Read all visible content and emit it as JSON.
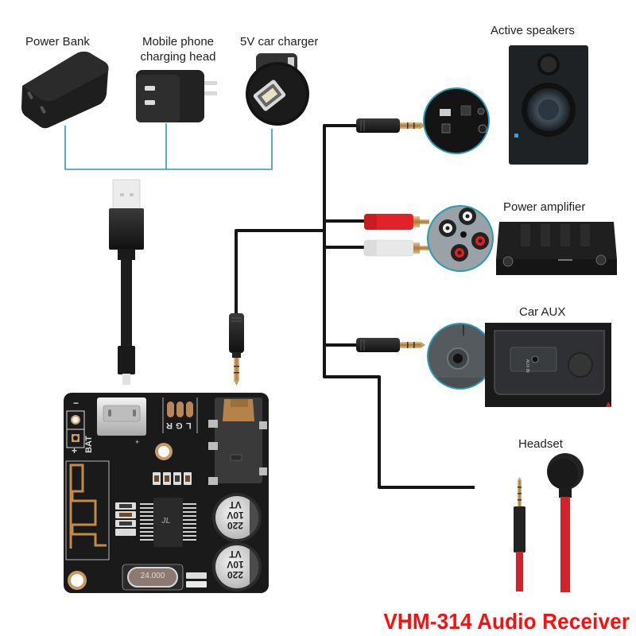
{
  "title": "VHM-314 Audio Receiver",
  "colors": {
    "title": "#ff0d0d",
    "power_lines": "#2a9bb0",
    "audio_cable": "#151515",
    "pcb": "#1a1a1a",
    "gold": "#b8865a"
  },
  "power_sources": [
    {
      "label": "Power Bank"
    },
    {
      "label_line1": "Mobile phone",
      "label_line2": "charging head"
    },
    {
      "label": "5V car charger"
    }
  ],
  "outputs": [
    {
      "label": "Active speakers",
      "connector": "3.5mm stereo jack"
    },
    {
      "label": "Power amplifier",
      "connector": "RCA red/white"
    },
    {
      "label": "Car AUX",
      "connector": "3.5mm stereo jack"
    },
    {
      "label": "Headset",
      "connector": "3.5mm jack"
    }
  ],
  "board": {
    "pin_labels": [
      "R",
      "G",
      "L"
    ],
    "bat_label": "BAT",
    "bat_plus": "+",
    "bat_minus": "−",
    "usb_plus": "+",
    "capacitor_lines": [
      "VT",
      "10V",
      "220"
    ],
    "crystal": "24.000",
    "chip_logo": "JL"
  },
  "car_aux_panel_text": "AUX IN"
}
